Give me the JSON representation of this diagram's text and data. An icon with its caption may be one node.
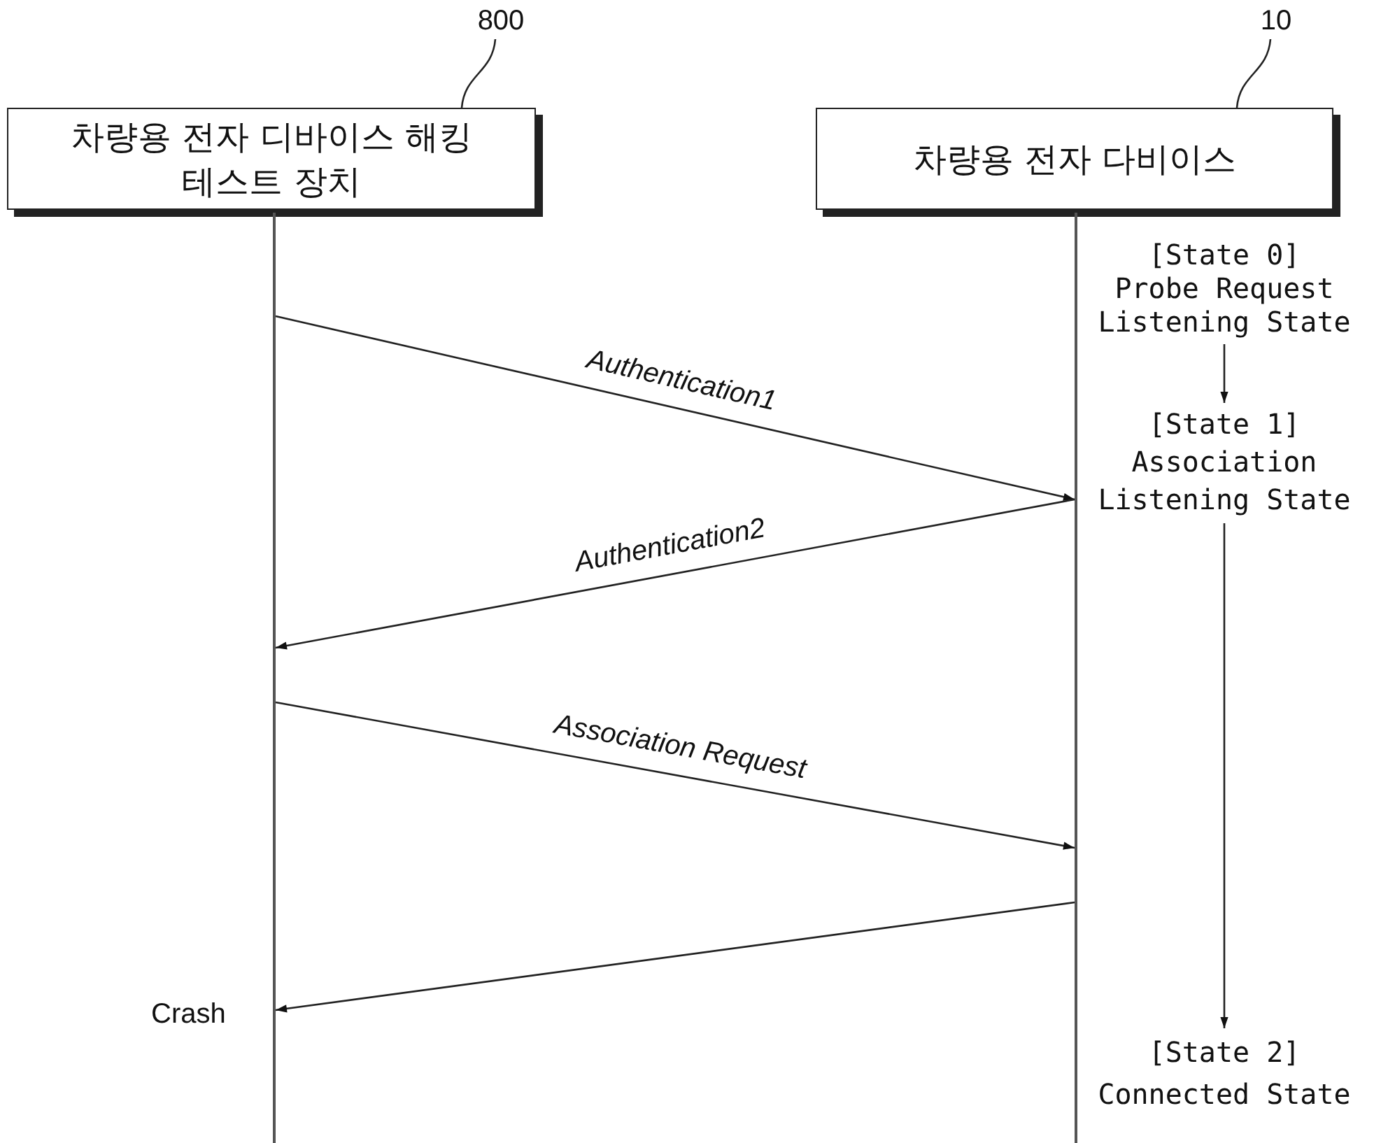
{
  "diagram": {
    "nodes": [
      {
        "text": [
          "차량용 전자 디바이스 해킹 테스트 장치"
        ]
      },
      {
        "text": [
          "차량용 전자 다비이스"
        ]
      },
      {
        "text": [
          "800"
        ]
      },
      {
        "text": [
          "10"
        ]
      },
      {
        "text": [
          "[State 0]",
          "Probe Request Listening State"
        ]
      },
      {
        "text": [
          "[State 1]",
          "Association Listening State"
        ]
      },
      {
        "text": [
          "[State 2]",
          "Connected State"
        ]
      },
      {
        "text": [],
        "shape": "bar"
      },
      {
        "text": [],
        "shape": "bar"
      }
    ],
    "edges": [
      {
        "from": 7,
        "to": 8,
        "arrow": "to",
        "label": "Authentication1"
      },
      {
        "from": 8,
        "to": 7,
        "arrow": "to",
        "label": "Authentication2"
      },
      {
        "from": 7,
        "to": 8,
        "arrow": "to",
        "label": "Association Request"
      },
      {
        "from": 8,
        "to": 7,
        "arrow": "to"
      },
      {
        "from": 4,
        "to": 5,
        "arrow": "to"
      },
      {
        "from": 5,
        "to": 6,
        "arrow": "to"
      },
      {
        "from": 2,
        "to": 0,
        "arrow": "none"
      },
      {
        "from": 3,
        "to": 1,
        "arrow": "none"
      }
    ],
    "labels": [
      "Crash"
    ]
  }
}
